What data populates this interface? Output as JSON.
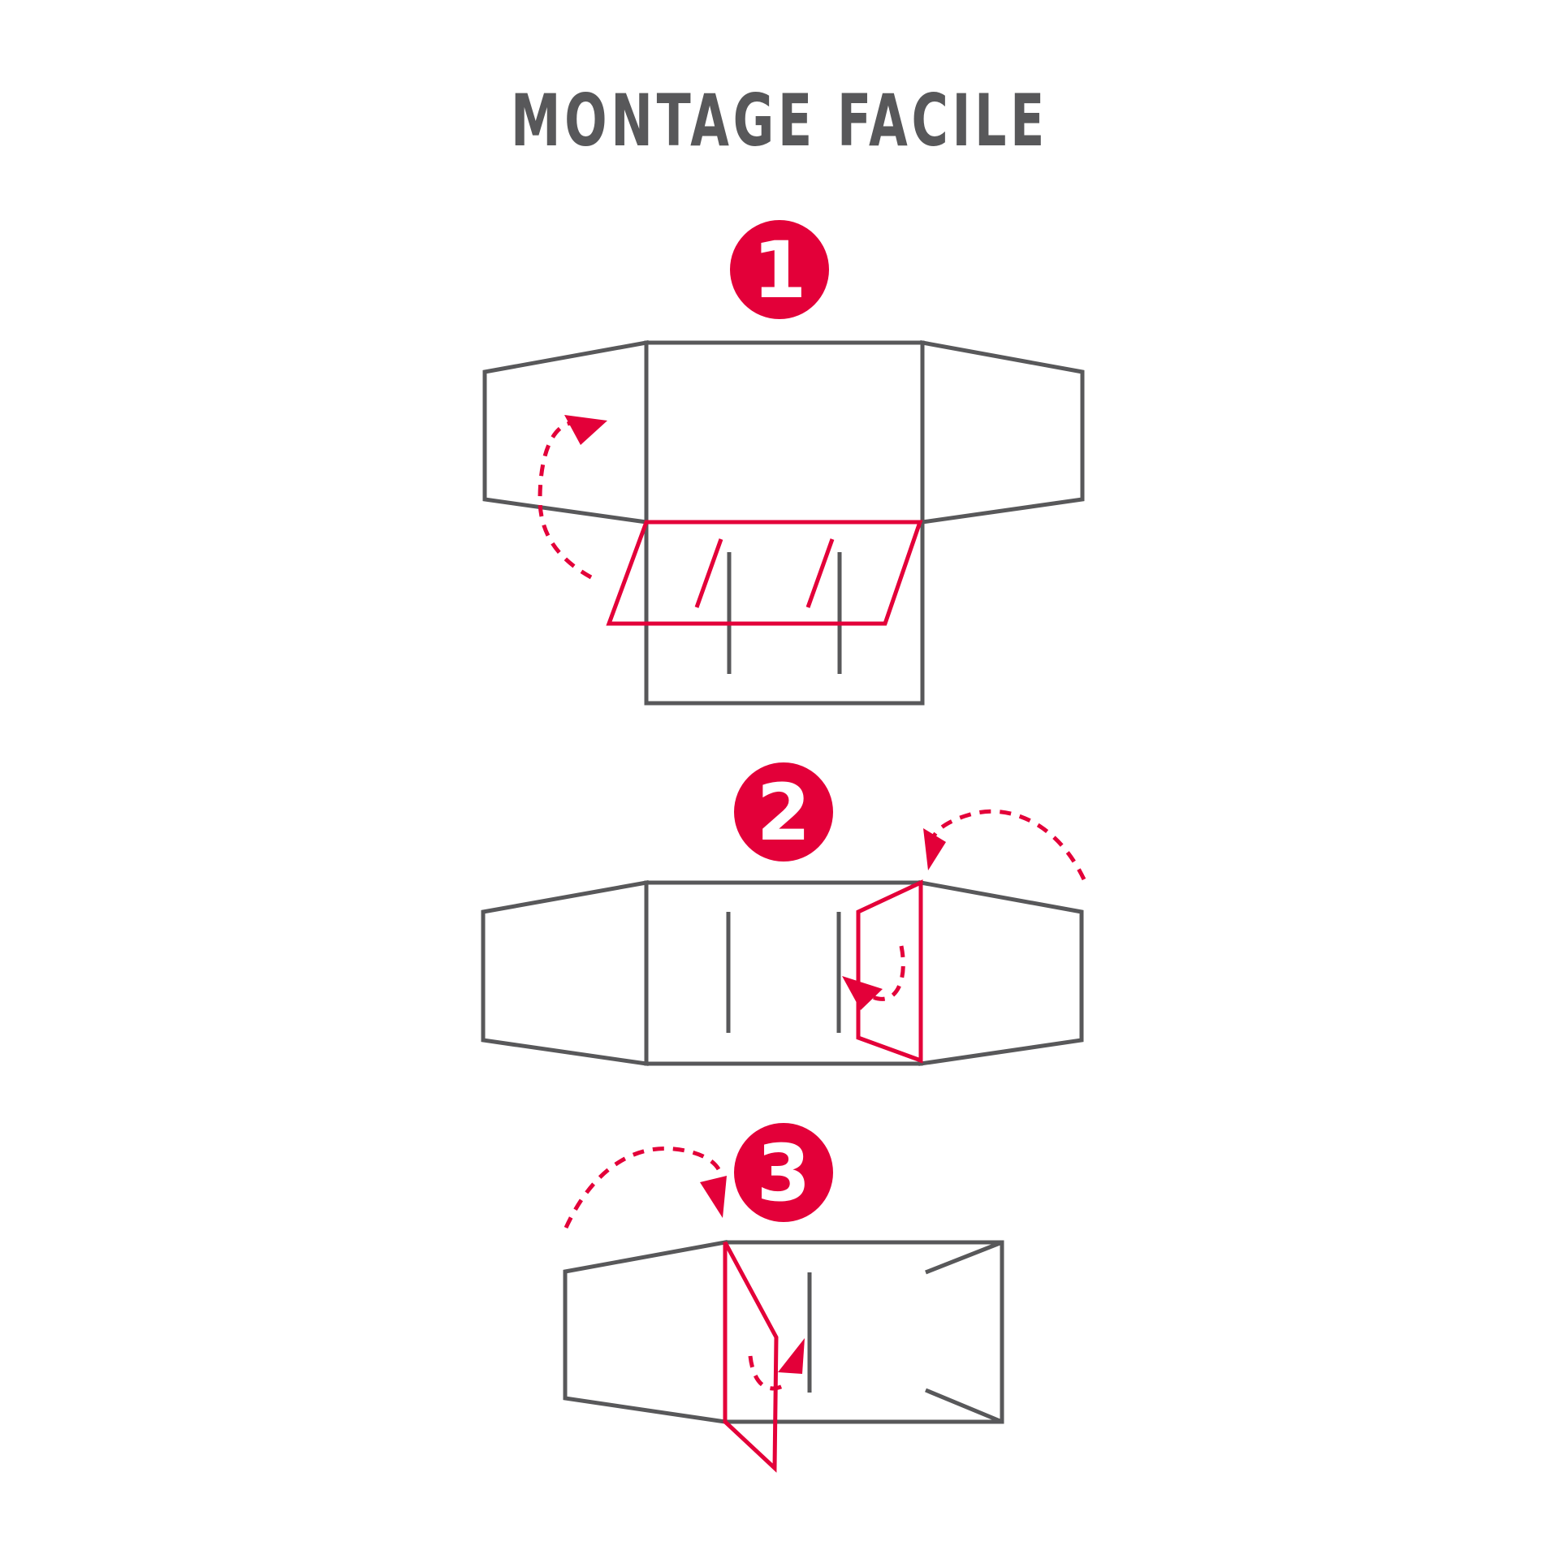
{
  "title": "MONTAGE FACILE",
  "colors": {
    "accent": "#e30039",
    "outline": "#58585a",
    "background": "#ffffff"
  },
  "steps": [
    {
      "number": "1"
    },
    {
      "number": "2"
    },
    {
      "number": "3"
    }
  ]
}
